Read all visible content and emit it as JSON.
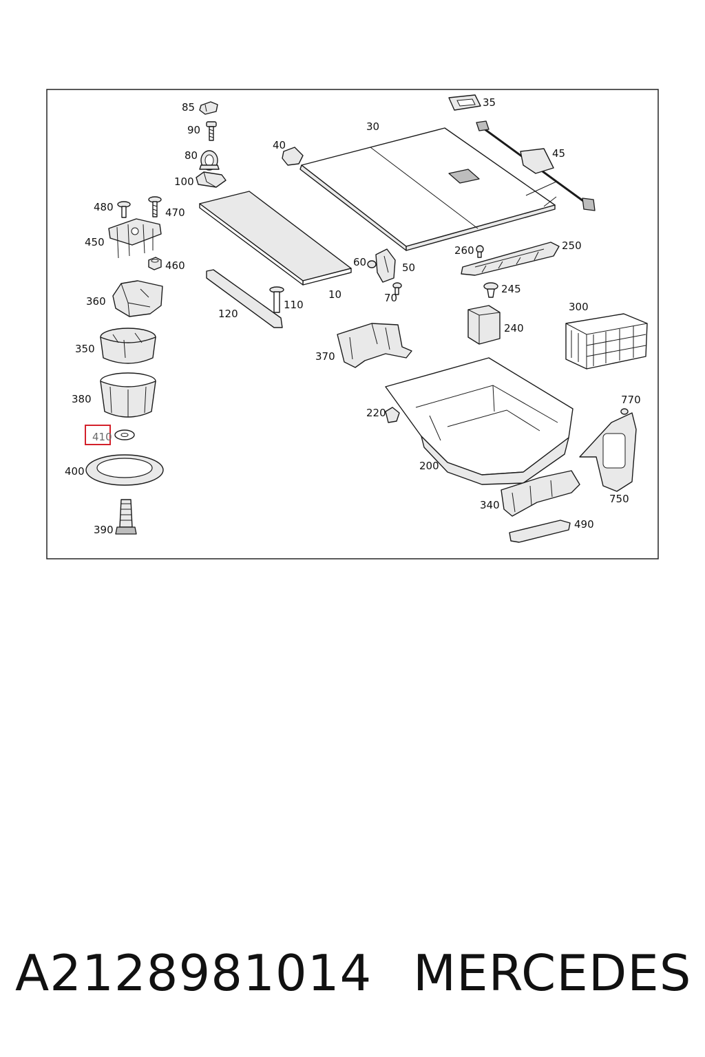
{
  "diagram": {
    "highlighted_label": "410",
    "labels": [
      "85",
      "90",
      "80",
      "100",
      "480",
      "470",
      "450",
      "460",
      "360",
      "350",
      "380",
      "410",
      "400",
      "390",
      "40",
      "30",
      "35",
      "45",
      "10",
      "120",
      "110",
      "60",
      "50",
      "70",
      "260",
      "250",
      "245",
      "300",
      "240",
      "370",
      "220",
      "200",
      "770",
      "750",
      "340",
      "490"
    ]
  },
  "caption": {
    "part_number": "A2128981014",
    "brand": "MERCEDES"
  }
}
